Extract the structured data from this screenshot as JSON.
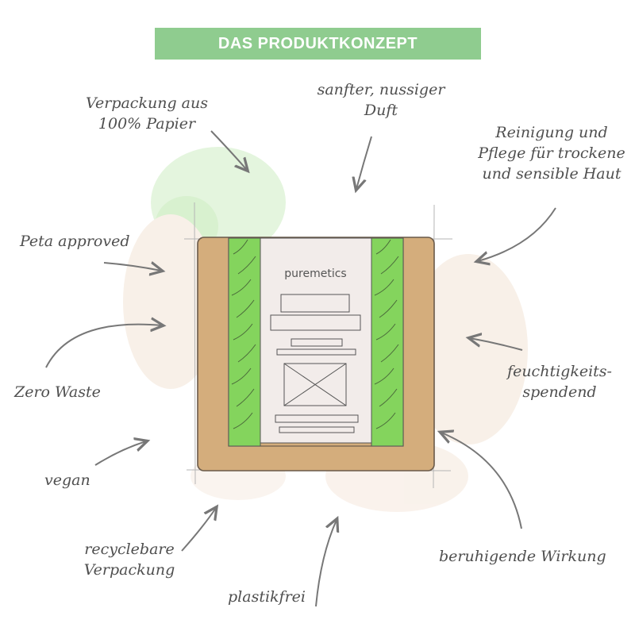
{
  "title": "DAS PRODUKTKONZEPT",
  "product": {
    "brand": "puremetics"
  },
  "features": {
    "packaging_paper": "Verpackung aus\n100% Papier",
    "scent": "sanfter, nussiger\nDuft",
    "care": "Reinigung und\nPflege für trockene\nund sensible Haut",
    "peta": "Peta approved",
    "zero_waste": "Zero Waste",
    "moisturizing": "feuchtigkeits-\nspendend",
    "vegan": "vegan",
    "soothing": "beruhigende Wirkung",
    "recyclable": "recyclebare\nVerpackung",
    "plastic_free": "plastikfrei"
  },
  "colors": {
    "banner": "#8fcc8f",
    "leaf_green": "#84d45d",
    "kraft": "#d4ad7c",
    "label_paper": "#f2ecea",
    "ink": "#555555",
    "arrow": "#777777"
  }
}
